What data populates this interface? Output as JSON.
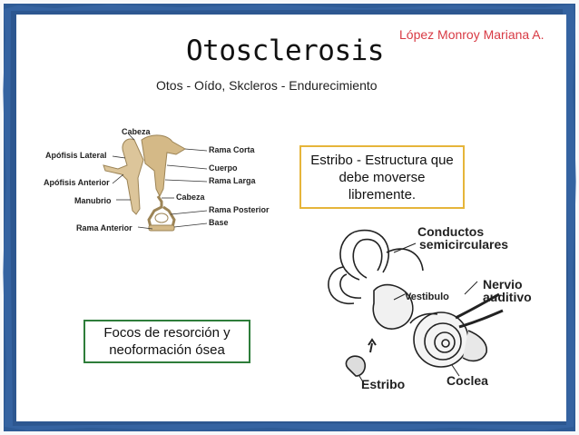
{
  "slide": {
    "author": "López Monroy Mariana A.",
    "title": "Otosclerosis",
    "subtitle": "Otos - Oído, Skcleros - Endurecimiento",
    "callout_stirrup": "Estribo - Estructura que debe moverse libremente.",
    "callout_foci": "Focos de resorción y neoformación ósea"
  },
  "ossicles_figure": {
    "labels": {
      "cabeza_top": "Cabeza",
      "apofisis_lateral": "Apófisis Lateral",
      "apofisis_anterior": "Apófisis Anterior",
      "manubrio": "Manubrio",
      "rama_anterior": "Rama Anterior",
      "rama_corta": "Rama Corta",
      "cuerpo": "Cuerpo",
      "rama_larga": "Rama Larga",
      "cabeza_mid": "Cabeza",
      "rama_posterior": "Rama Posterior",
      "base": "Base"
    }
  },
  "inner_ear_figure": {
    "labels": {
      "conductos_1": "Conductos",
      "conductos_2": "semicirculares",
      "nervio_1": "Nervio",
      "nervio_2": "auditivo",
      "vestibulo": "Vestibulo",
      "estribo": "Estribo",
      "coclea": "Coclea"
    }
  },
  "colors": {
    "frame": "#2e5b96",
    "author": "#d83a44",
    "callout_yellow_border": "#e6b53a",
    "callout_green_border": "#2e7d3a",
    "bone": "#dcc59a"
  }
}
